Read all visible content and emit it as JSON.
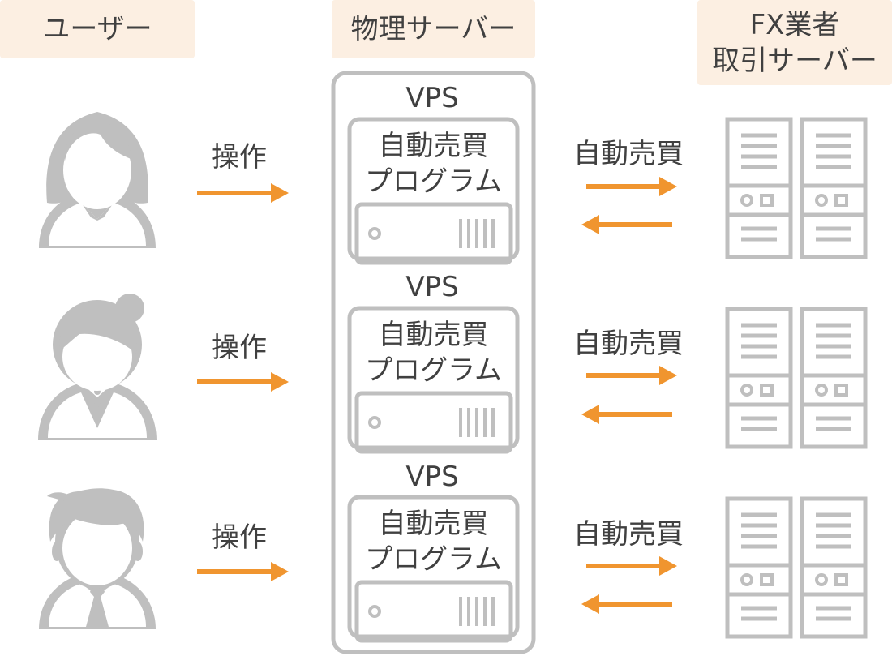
{
  "headers": {
    "users": "ユーザー",
    "physical_server": "物理サーバー",
    "fx_server": [
      "FX業者",
      "取引サーバー"
    ]
  },
  "rows": [
    {
      "operation_label": "操作",
      "vps_label": "VPS",
      "program_label": [
        "自動売買",
        "プログラム"
      ],
      "trade_label": "自動売買"
    },
    {
      "operation_label": "操作",
      "vps_label": "VPS",
      "program_label": [
        "自動売買",
        "プログラム"
      ],
      "trade_label": "自動売買"
    },
    {
      "operation_label": "操作",
      "vps_label": "VPS",
      "program_label": [
        "自動売買",
        "プログラム"
      ],
      "trade_label": "自動売買"
    }
  ],
  "icons": {
    "users": [
      "woman-long-hair-icon",
      "woman-bun-hair-icon",
      "man-with-tie-icon"
    ],
    "server": "server-machine-icon",
    "fx_server": "server-rack-icon",
    "arrow": "arrow-icon"
  },
  "colors": {
    "header_bg": "#fcefe2",
    "arrow": "#f0952f",
    "icon_gray": "#bfbfbf",
    "text": "#404040"
  }
}
